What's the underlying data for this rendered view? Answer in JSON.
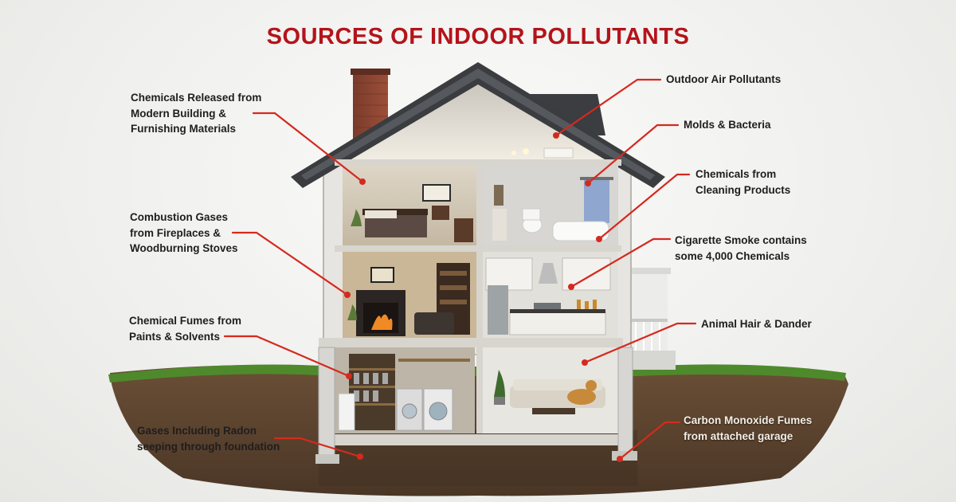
{
  "title": "SOURCES OF INDOOR POLLUTANTS",
  "colors": {
    "title": "#b3141a",
    "leader_line": "#d42a1e",
    "soil": "#5a4330",
    "grass": "#4e8a2c"
  },
  "labels": {
    "building_materials": "Chemicals Released from\nModern Building &\nFurnishing Materials",
    "combustion": "Combustion Gases\nfrom Fireplaces &\nWoodburning Stoves",
    "paints": "Chemical Fumes from\nPaints & Solvents",
    "radon": "Gases Including Radon\nseeping through foundation",
    "outdoor_air": "Outdoor Air Pollutants",
    "molds": "Molds & Bacteria",
    "cleaning": "Chemicals from\nCleaning Products",
    "cigarette": "Cigarette Smoke contains\nsome 4,000 Chemicals",
    "animal": "Animal Hair & Dander",
    "carbon_monoxide": "Carbon Monoxide Fumes\nfrom attached garage"
  }
}
